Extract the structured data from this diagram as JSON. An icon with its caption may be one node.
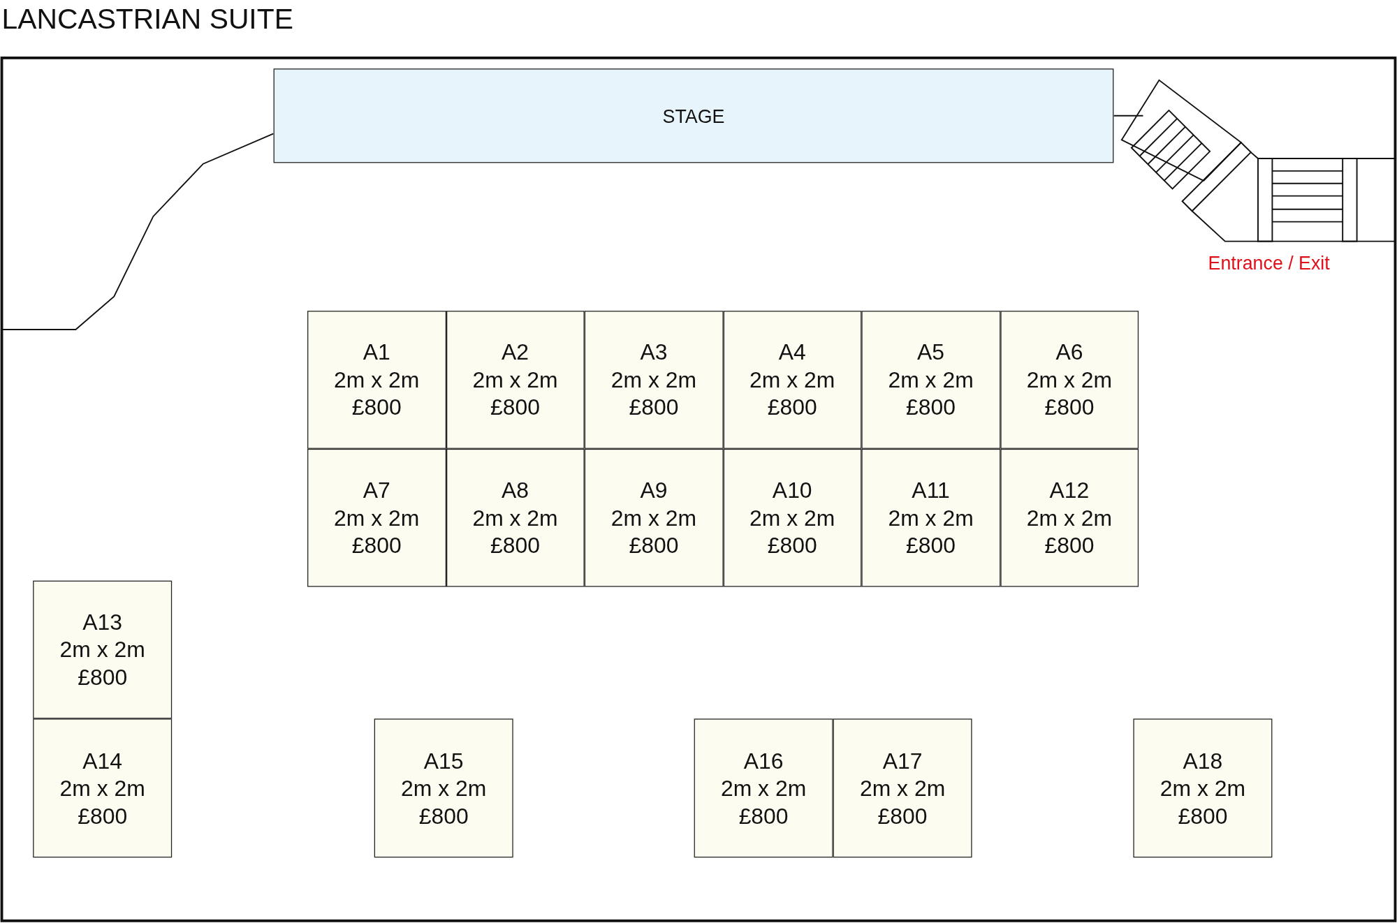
{
  "diagram": {
    "title": "LANCASTRIAN SUITE",
    "nodes": [
      {
        "text": [
          "STAGE"
        ]
      },
      {
        "text": [
          "A1",
          "2m x 2m",
          "£800"
        ]
      },
      {
        "text": [
          "A2",
          "2m x 2m",
          "£800"
        ]
      },
      {
        "text": [
          "A3",
          "2m x 2m",
          "£800"
        ]
      },
      {
        "text": [
          "A4",
          "2m x 2m",
          "£800"
        ]
      },
      {
        "text": [
          "A5",
          "2m x 2m",
          "£800"
        ]
      },
      {
        "text": [
          "A6",
          "2m x 2m",
          "£800"
        ]
      },
      {
        "text": [
          "A7",
          "2m x 2m",
          "£800"
        ]
      },
      {
        "text": [
          "A8",
          "2m x 2m",
          "£800"
        ]
      },
      {
        "text": [
          "A9",
          "2m x 2m",
          "£800"
        ]
      },
      {
        "text": [
          "A10",
          "2m x 2m",
          "£800"
        ]
      },
      {
        "text": [
          "A11",
          "2m x 2m",
          "£800"
        ]
      },
      {
        "text": [
          "A12",
          "2m x 2m",
          "£800"
        ]
      },
      {
        "text": [
          "A13",
          "2m x 2m",
          "£800"
        ]
      },
      {
        "text": [
          "A14",
          "2m x 2m",
          "£800"
        ]
      },
      {
        "text": [
          "A15",
          "2m x 2m",
          "£800"
        ]
      },
      {
        "text": [
          "A16",
          "2m x 2m",
          "£800"
        ]
      },
      {
        "text": [
          "A17",
          "2m x 2m",
          "£800"
        ]
      },
      {
        "text": [
          "A18",
          "2m x 2m",
          "£800"
        ]
      }
    ],
    "labels": [
      "Entrance / Exit"
    ]
  }
}
